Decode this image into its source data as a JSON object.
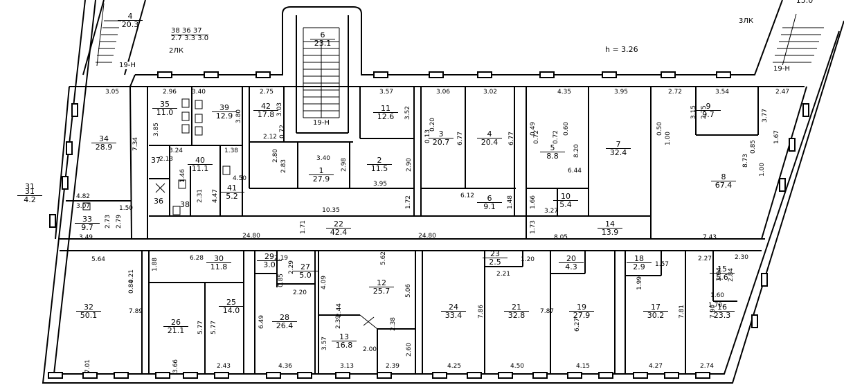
{
  "rooms": [
    {
      "number": "1",
      "area": "27.9"
    },
    {
      "number": "2",
      "area": "11.5"
    },
    {
      "number": "3",
      "area": "20.7"
    },
    {
      "number": "4",
      "area": "20.4"
    },
    {
      "number": "6",
      "area": "9.1"
    },
    {
      "number": "7",
      "area": "32.4"
    },
    {
      "number": "8",
      "area": "67.4"
    },
    {
      "number": "9",
      "area": "9.7"
    },
    {
      "number": "10",
      "area": "5.4"
    },
    {
      "number": "11",
      "area": "12.6"
    },
    {
      "number": "12",
      "area": "25.7"
    },
    {
      "number": "13",
      "area": "16.8"
    },
    {
      "number": "14",
      "area": "13.9"
    },
    {
      "number": "15",
      "area": "5.6"
    },
    {
      "number": "16",
      "area": "23.3"
    },
    {
      "number": "17",
      "area": "30.2"
    },
    {
      "number": "18",
      "area": "2.9"
    },
    {
      "number": "19",
      "area": "27.9"
    },
    {
      "number": "20",
      "area": "4.3"
    },
    {
      "number": "21",
      "area": "32.8"
    },
    {
      "number": "22",
      "area": "42.4"
    },
    {
      "number": "23",
      "area": "2.5"
    },
    {
      "number": "24",
      "area": "33.4"
    },
    {
      "number": "25",
      "area": "14.0"
    },
    {
      "number": "26",
      "area": "21.1"
    },
    {
      "number": "27",
      "area": "5.0"
    },
    {
      "number": "28",
      "area": "26.4"
    },
    {
      "number": "29",
      "area": "3.0"
    },
    {
      "number": "30",
      "area": "11.8"
    },
    {
      "number": "31",
      "area": "4.2"
    },
    {
      "number": "32",
      "area": "50.1"
    },
    {
      "number": "33",
      "area": "9.7"
    },
    {
      "number": "34",
      "area": "28.9"
    },
    {
      "number": "35",
      "area": "11.0"
    },
    {
      "number": "36",
      "area": ""
    },
    {
      "number": "37",
      "area": ""
    },
    {
      "number": "38",
      "area": ""
    },
    {
      "number": "39",
      "area": "12.9"
    },
    {
      "number": "40",
      "area": "11.1"
    },
    {
      "number": "41",
      "area": "5.2"
    },
    {
      "number": "42",
      "area": "17.8"
    },
    {
      "number": "4",
      "area": "20.3"
    },
    {
      "number": "6",
      "area": "23.1"
    },
    {
      "number": "5",
      "area": "8.8"
    },
    {
      "number": "",
      "area": "15.0"
    },
    {
      "number": "31",
      "area": ""
    }
  ],
  "mini_table": {
    "numbers": [
      "38",
      "36",
      "37"
    ],
    "areas": [
      "2.7",
      "3.3",
      "3.0"
    ]
  },
  "labels": {
    "stair": "19-H",
    "staircase_left": "2ЛК",
    "staircase_right": "3ЛК",
    "height": "h = 3.26"
  },
  "dims": [
    "3.05",
    "2.96",
    "3.40",
    "2.75",
    "3.57",
    "3.06",
    "3.02",
    "4.35",
    "3.95",
    "2.72",
    "3.54",
    "2.47",
    "3.85",
    "3.80",
    "3.03",
    "3.52",
    "7.34",
    "4.82",
    "3.07",
    "1.50",
    "3.49",
    "2.73",
    "2.79",
    "3.24",
    "1.38",
    "1.46",
    "2.31",
    "4.47",
    "4.50",
    "2.12",
    "0.72",
    "2.80",
    "2.83",
    "2.98",
    "2.90",
    "3.95",
    "3.40",
    "6.77",
    "6.77",
    "0.13",
    "0.20",
    "0.49",
    "0.72",
    "0.72",
    "0.60",
    "8.20",
    "1.00",
    "0.50",
    "3.15",
    "2.75",
    "3.77",
    "0.85",
    "1.67",
    "8.73",
    "1.00",
    "6.12",
    "1.48",
    "1.72",
    "1.66",
    "3.27",
    "10.35",
    "1.71",
    "24.80",
    "24.80",
    "1.73",
    "8.05",
    "7.43",
    "5.64",
    "6.28",
    "2.19",
    "5.62",
    "0.21",
    "0.84",
    "1.88",
    "2.29",
    "0.85",
    "4.09",
    "5.06",
    "1.20",
    "2.21",
    "1.57",
    "1.99",
    "2.27",
    "2.30",
    "2.94",
    "2.84",
    "1.60",
    "1.70",
    "7.89",
    "5.77",
    "5.77",
    "6.49",
    "2.20",
    "2.44",
    "2.39",
    "2.38",
    "3.57",
    "2.00",
    "2.60",
    "7.86",
    "7.87",
    "6.27",
    "7.81",
    "7.90",
    "7.01",
    "3.66",
    "2.43",
    "4.36",
    "3.13",
    "2.39",
    "4.25",
    "4.50",
    "4.15",
    "4.27",
    "2.74",
    "6.44",
    "2.13"
  ]
}
